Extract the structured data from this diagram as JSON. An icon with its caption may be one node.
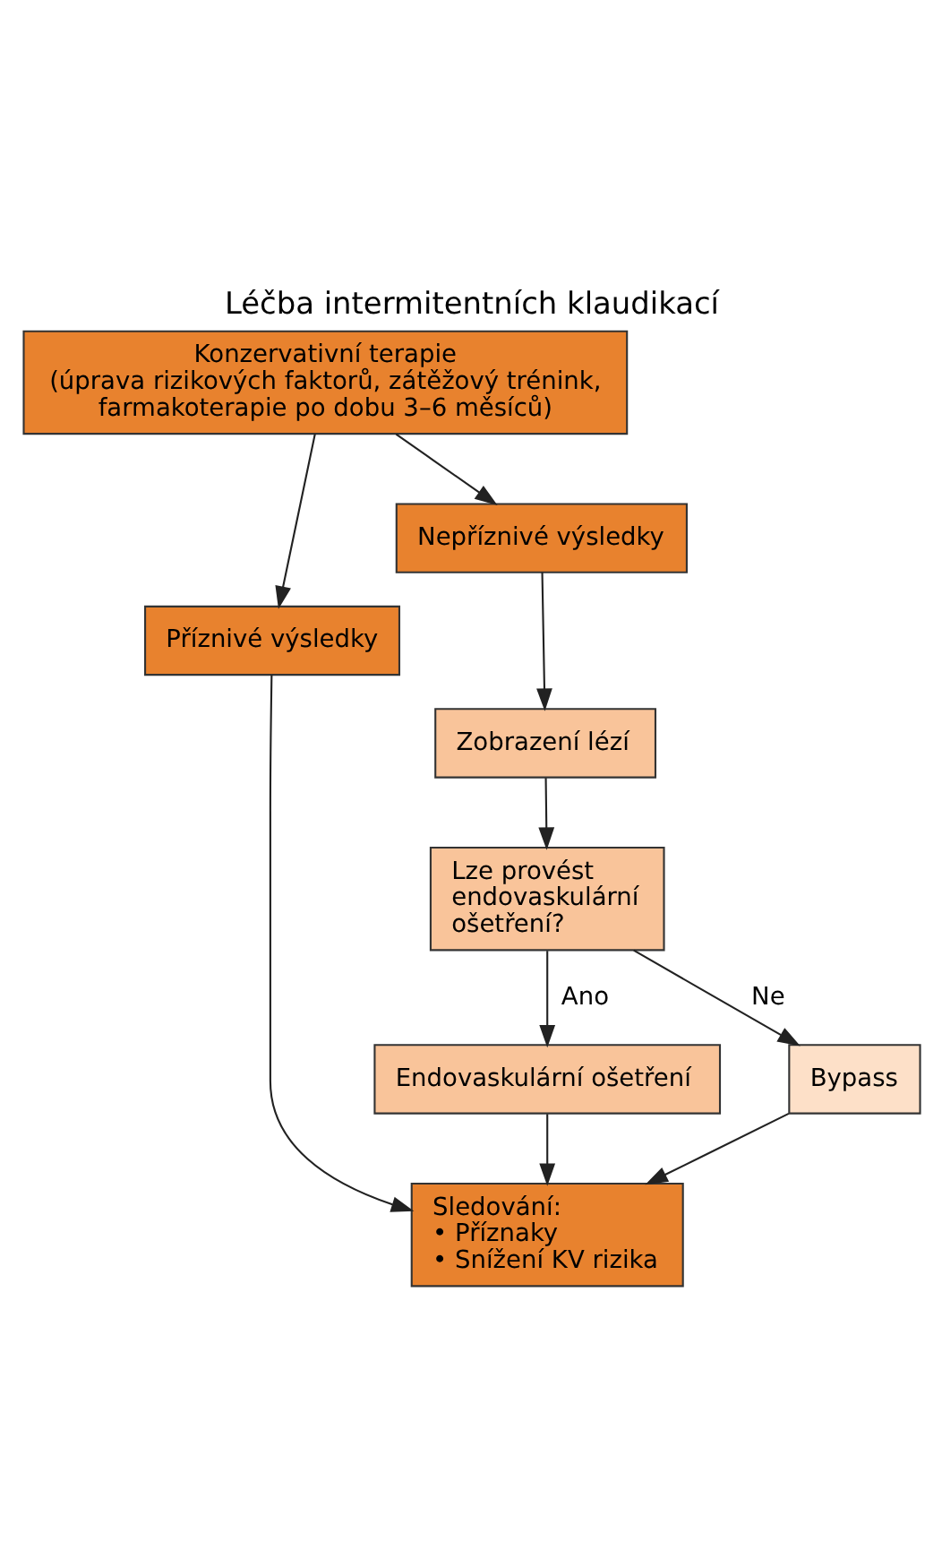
{
  "diagram": {
    "title": "Léčba intermitentních klaudikací",
    "nodes": [
      {
        "text": [
          "Konzervativní terapie",
          "(úprava rizikových faktorů, zátěžový trénink, farmakoterapie po dobu 3–6 měsíců)"
        ]
      },
      {
        "text": [
          "Příznivé výsledky"
        ]
      },
      {
        "text": [
          "Nepříznivé výsledky"
        ]
      },
      {
        "text": [
          "Zobrazení lézí"
        ]
      },
      {
        "text": [
          "Lze provést endovaskulární ošetření?"
        ]
      },
      {
        "text": [
          "Endovaskulární ošetření"
        ]
      },
      {
        "text": [
          "Bypass"
        ]
      },
      {
        "text": [
          "Sledování:",
          "• Příznaky",
          "• Snížení KV rizika"
        ]
      }
    ],
    "edges": [
      {
        "from": 0,
        "to": 1,
        "arrow": "to"
      },
      {
        "from": 0,
        "to": 2,
        "arrow": "to"
      },
      {
        "from": 2,
        "to": 3,
        "arrow": "to"
      },
      {
        "from": 3,
        "to": 4,
        "arrow": "to"
      },
      {
        "from": 4,
        "to": 5,
        "label": "Ano",
        "arrow": "to"
      },
      {
        "from": 4,
        "to": 6,
        "label": "Ne",
        "arrow": "to"
      },
      {
        "from": 5,
        "to": 7,
        "arrow": "to"
      },
      {
        "from": 6,
        "to": 7,
        "arrow": "to"
      },
      {
        "from": 1,
        "to": 7,
        "arrow": "to"
      }
    ]
  }
}
